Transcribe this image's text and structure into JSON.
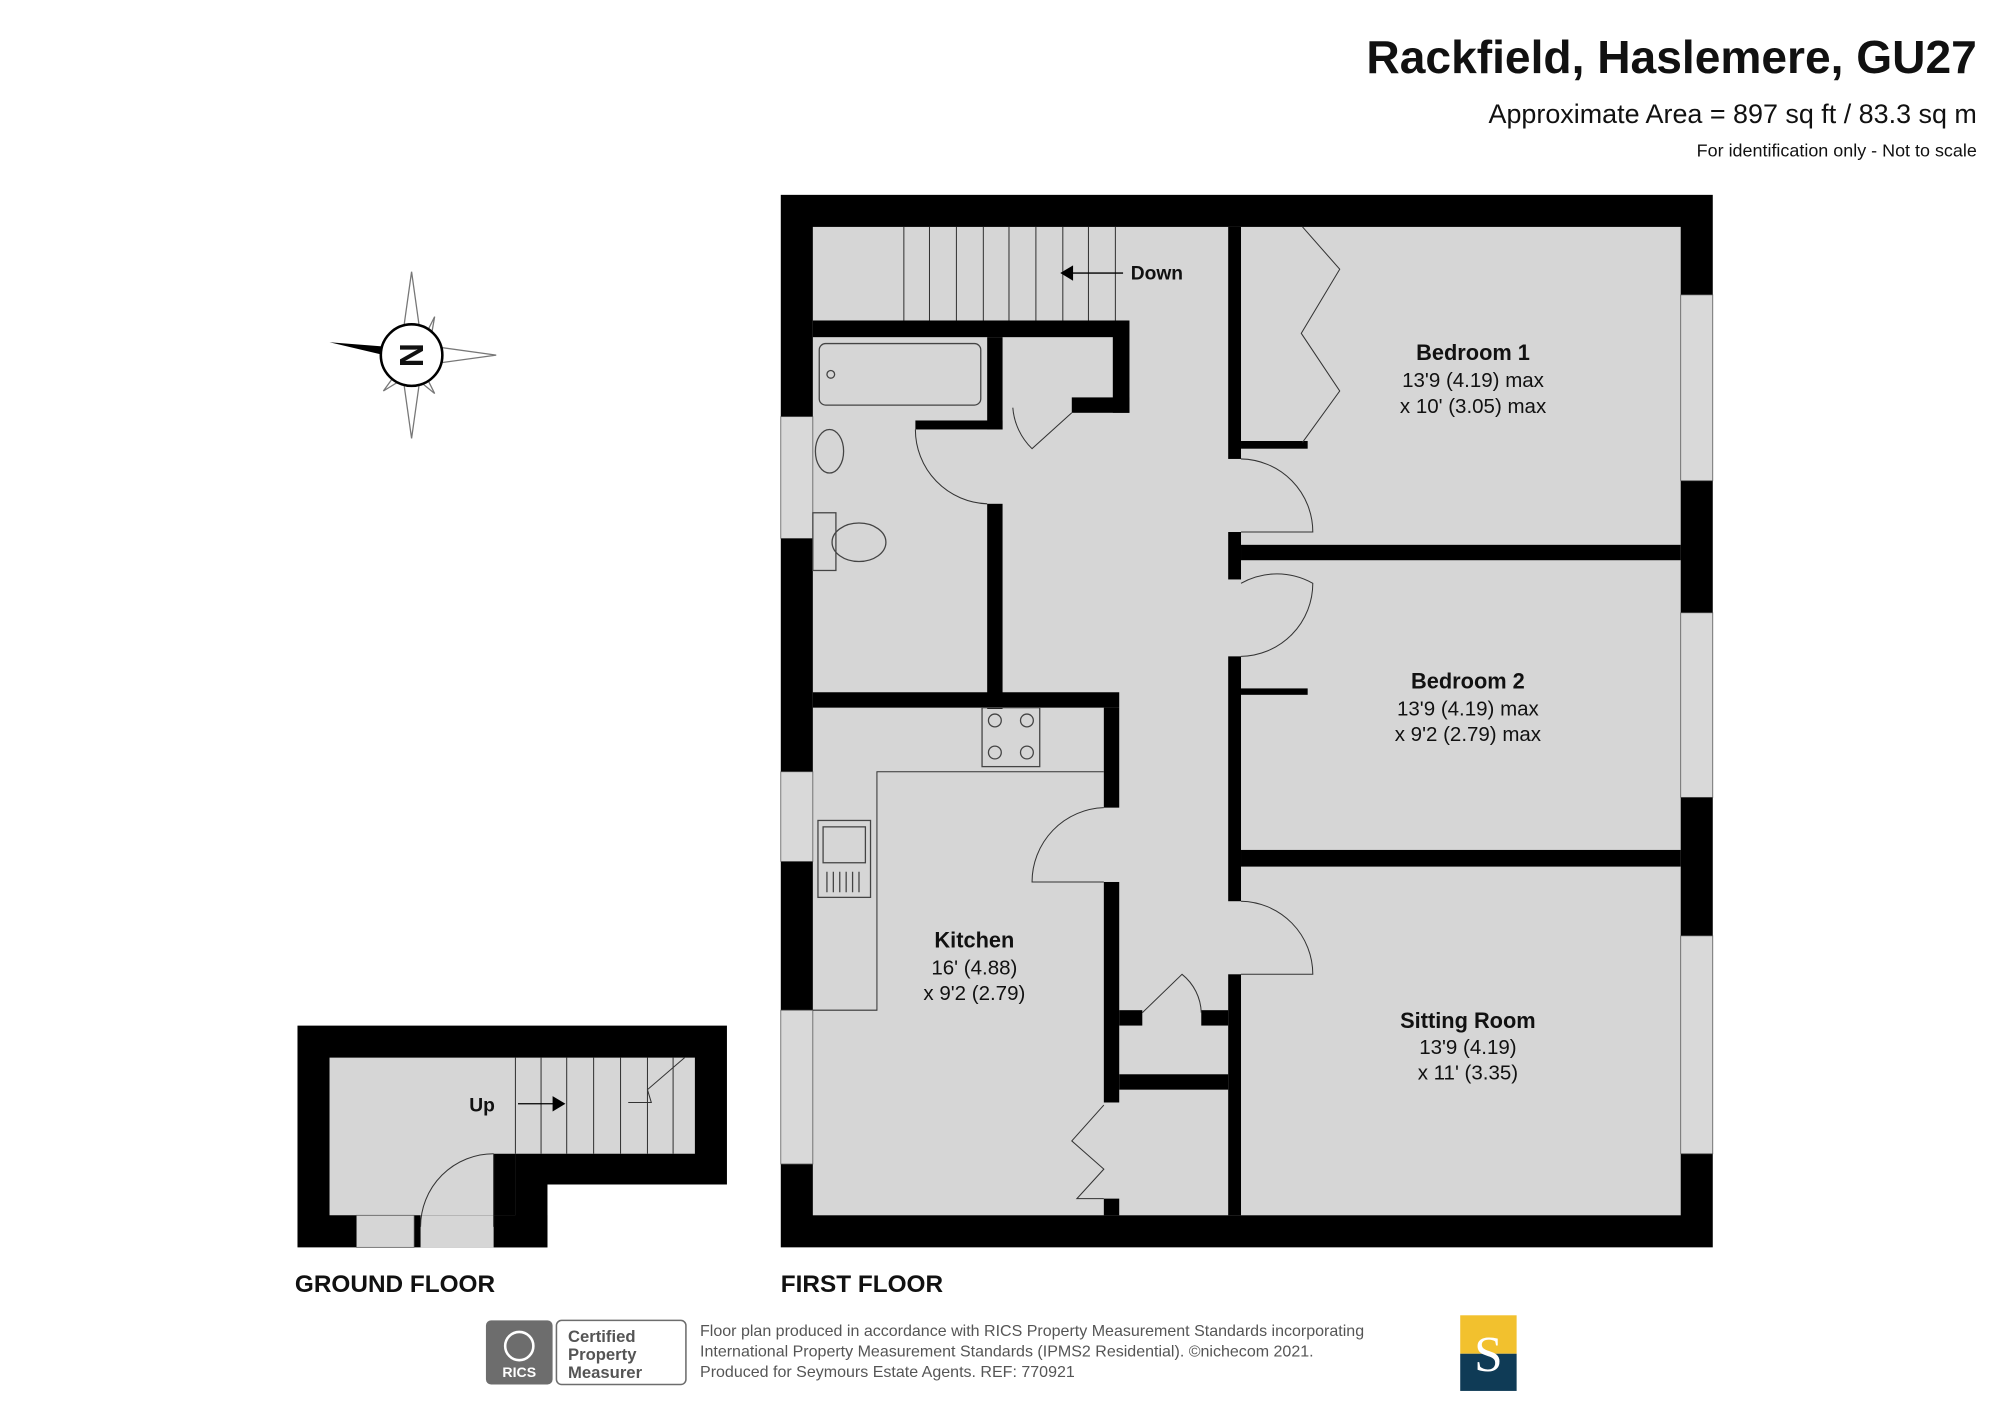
{
  "header": {
    "title": "Rackfield, Haslemere, GU27",
    "area": "Approximate Area = 897 sq ft / 83.3 sq m",
    "note": "For identification only - Not to scale"
  },
  "compass": {
    "label": "N"
  },
  "first_floor": {
    "label": "FIRST FLOOR",
    "stairs_label": "Down",
    "rooms": [
      {
        "name": "Bedroom 1",
        "dim1": "13'9 (4.19) max",
        "dim2": "x 10' (3.05) max"
      },
      {
        "name": "Bedroom 2",
        "dim1": "13'9 (4.19) max",
        "dim2": "x 9'2 (2.79) max"
      },
      {
        "name": "Kitchen",
        "dim1": "16' (4.88)",
        "dim2": "x 9'2 (2.79)"
      },
      {
        "name": "Sitting Room",
        "dim1": "13'9 (4.19)",
        "dim2": "x 11' (3.35)"
      }
    ]
  },
  "ground_floor": {
    "label": "GROUND FLOOR",
    "stairs_label": "Up"
  },
  "footer": {
    "badge_org": "RICS",
    "badge_line1": "Certified",
    "badge_line2": "Property",
    "badge_line3": "Measurer",
    "text_line1": "Floor plan produced in accordance with RICS Property Measurement Standards incorporating",
    "text_line2": "International Property Measurement Standards (IPMS2 Residential).   ©nichecom 2021.",
    "text_line3": "Produced for Seymours Estate Agents.   REF:  770921",
    "agent_logo_letter": "S",
    "agent_colors": {
      "top": "#f2c12e",
      "bottom": "#0f3b56"
    }
  }
}
